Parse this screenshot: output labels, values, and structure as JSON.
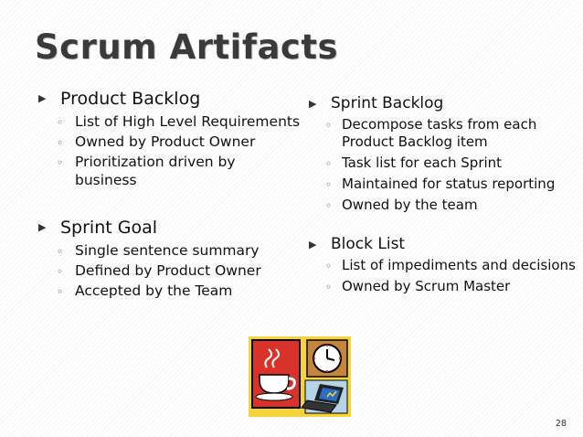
{
  "title": "Scrum Artifacts",
  "left": {
    "product_backlog": {
      "heading": "Product Backlog",
      "items": [
        "List of High Level Requirements",
        "Owned by Product Owner",
        "Prioritization driven by business"
      ]
    },
    "sprint_goal": {
      "heading": "Sprint Goal",
      "items": [
        "Single sentence summary",
        "Defined by Product Owner",
        "Accepted by the Team"
      ]
    }
  },
  "right": {
    "sprint_backlog": {
      "heading": "Sprint Backlog",
      "items": [
        "Decompose tasks from each Product Backlog item",
        "Task list for each Sprint",
        "Maintained for status reporting",
        "Owned by the team"
      ]
    },
    "block_list": {
      "heading": "Block List",
      "items": [
        "List of impediments and decisions",
        "Owned by Scrum Master"
      ]
    }
  },
  "icons": {
    "heading_bullet": "triangle-right-icon",
    "sub_bullet": "circle-outline-icon"
  },
  "page_number": "28"
}
